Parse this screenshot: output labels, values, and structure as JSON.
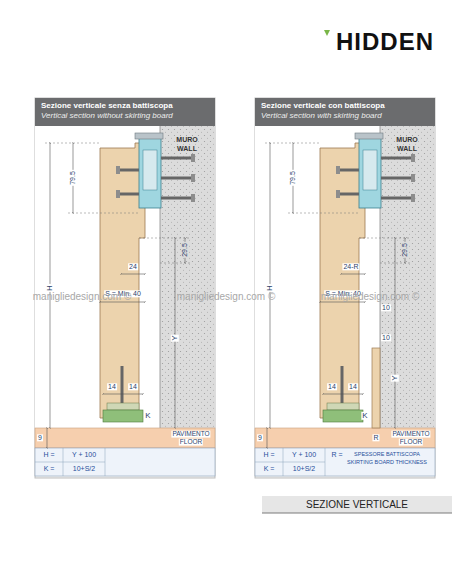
{
  "diagram": {
    "nodes": [
      {
        "text": [
          "Sezione verticale senza battiscopa",
          "Vertical section without skirting board"
        ]
      },
      {
        "text": [
          "Sezione verticale con battiscopa",
          "Vertical section with skirting board"
        ]
      }
    ],
    "labels": [
      "HIDDEN",
      "MURO",
      "WALL",
      "79.5",
      "29.5",
      "H",
      "24",
      "S = Min. 40",
      "Y",
      "9",
      "14",
      "14",
      "K",
      "PAVIMENTO",
      "FLOOR",
      "H =",
      "Y + 100",
      "K =",
      "10+S/2",
      "MURO",
      "WALL",
      "79.5",
      "29.5",
      "24-R",
      "10",
      "10",
      "H",
      "S = Min. 40",
      "Y",
      "9",
      "14",
      "14",
      "K",
      "R",
      "PAVIMENTO",
      "FLOOR",
      "H =",
      "Y + 100",
      "K =",
      "10+S/2",
      "R =",
      "SPESSORE BATTISCOPA",
      "SKIRTING BOARD THICKNESS",
      "manigliedesign.com ©",
      "manigliedesign.com ©",
      "manigliedesign.com ©",
      "SEZIONE VERTICALE"
    ]
  }
}
